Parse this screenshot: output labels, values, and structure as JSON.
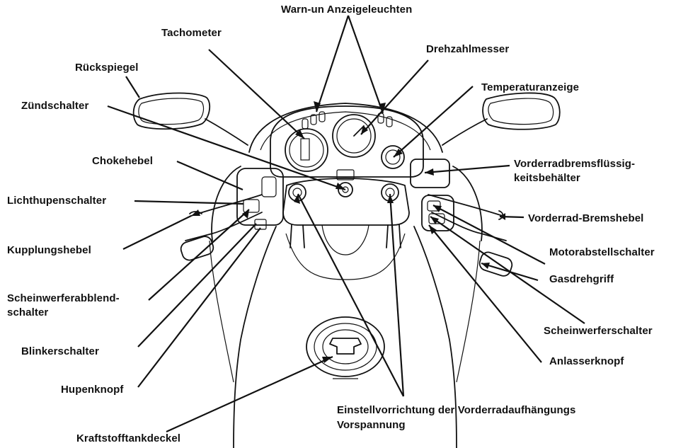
{
  "labels": {
    "warn": "Warn-un Anzeigeleuchten",
    "tacho": "Tachometer",
    "drehzahl": "Drehzahlmesser",
    "rueckspiegel": "Rückspiegel",
    "temperatur": "Temperaturanzeige",
    "zuendschalter": "Zündschalter",
    "choke": "Chokehebel",
    "bremsfluessig_1": "Vorderradbremsflüssig-",
    "bremsfluessig_2": "keitsbehälter",
    "lichthupe": "Lichthupenschalter",
    "bremshebel": "Vorderrad-Bremshebel",
    "kupplung": "Kupplungshebel",
    "motorabstell": "Motorabstellschalter",
    "gasdreh": "Gasdrehgriff",
    "scheinwerferabblend_1": "Scheinwerferabblend-",
    "scheinwerferabblend_2": "schalter",
    "scheinwerferschalter": "Scheinwerferschalter",
    "blinker": "Blinkerschalter",
    "anlasser": "Anlasserknopf",
    "hupe": "Hupenknopf",
    "einstell_1": "Einstellvorrichtung der Vorderradaufhängungs",
    "einstell_2": "Vorspannung",
    "kraftstoff": "Kraftstofftankdeckel"
  }
}
